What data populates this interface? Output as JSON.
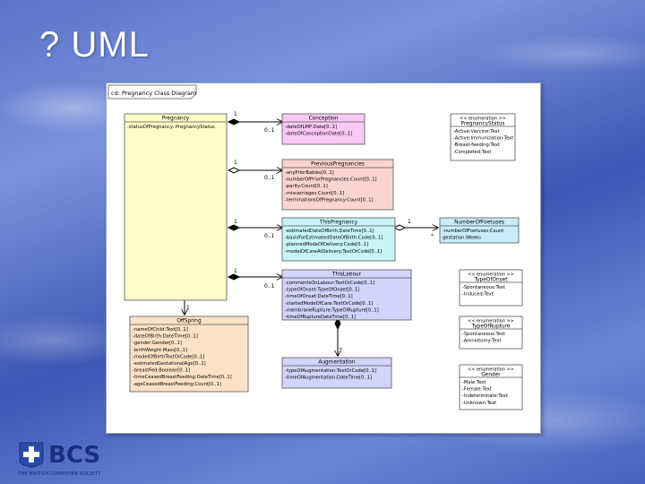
{
  "slide": {
    "title": "? UML"
  },
  "diagram": {
    "frame_label": "cd: Pregnancy Class Diagram",
    "pregnancy": {
      "name": "Pregnancy",
      "attrs": [
        "-statusOfPregnancy: PregnancyStatus"
      ]
    },
    "conception": {
      "name": "Conception",
      "attrs": [
        "-dateOfLMP:Date[0..1]",
        "-dateOfConceptionDate[0..1]"
      ]
    },
    "previous": {
      "name": "PreviousPregnancies",
      "attrs": [
        "-anyPriorBabies[0..1]",
        "-numberOfPriorPregnancies:Count[0..1]",
        "-parity:Count[0..1]",
        "-miscarriages:Count[0..1]",
        "-terminationsOfPregnancy:Count[0..1]"
      ]
    },
    "this_pregnancy": {
      "name": "ThisPregnancy",
      "attrs": [
        "-estimatedDateOfBirth:DateTime[0..1]",
        "-basisForEstimatedDateOfBirth:Code[0..1]",
        "-plannedModeOfDelivery:Code[0..1]",
        "-modelOfCareAtDelivery:TextOrCode[0..1]"
      ]
    },
    "fetuses": {
      "name": "NumberOfFoetuses",
      "attrs": [
        "-numberOfFoetuses:Count",
        "gestation:Weeks"
      ]
    },
    "labour": {
      "name": "ThisLabour",
      "attrs": [
        "-commentsOnLabour:TextOrCode[0..1]",
        "-typeOfOnset:TypeOfOnset[0..1]",
        "-timeOfOnset:DateTime[0..1]",
        "-startedModeOfCare:TextOrCode[0..1]",
        "-membraneRupture:TypeOfRupture[0..1]",
        "-timeOfRuptureDateTime[0..1]"
      ]
    },
    "augmentation": {
      "name": "Augmentation",
      "attrs": [
        "-typeOfAugmentation:TextOrCode[0..1]",
        "-timeOfAugmentation:DateTime[0..1]"
      ]
    },
    "offspring": {
      "name": "OffSpring",
      "attrs": [
        "-nameOfChild:Text[0..1]",
        "-dateOfBirth:DateTime[0..1]",
        "-gender:Gender[0..1]",
        "-birthWeight:Mass[0..1]",
        "-modelOfBirthTextOrCode[0..1]",
        "-estimatedGestationalAge[0..1]",
        "-breastFed:Boolean[0..1]",
        "-timeCeasedBreastFeeding:DateTime[0..1]",
        "-ageCeasedBreastFeeding:Count[0..1]"
      ]
    },
    "enum_status": {
      "stereo": "<< enumeration >>",
      "name": "PregnancyStatus",
      "attrs": [
        "-Active:Vaccine:Text",
        "-Active:Immunization:Text",
        "-Breast-feeding:Text",
        "-Completed:Text"
      ]
    },
    "enum_onset": {
      "stereo": "<< enumeration >>",
      "name": "TypeOfOnset",
      "attrs": [
        "-Spontaneous:Text",
        "-Induced:Text"
      ]
    },
    "enum_rupture": {
      "stereo": "<< enumeration >>",
      "name": "TypeOfRupture",
      "attrs": [
        "-Spontaneous:Text",
        "-Amniotomy:Text"
      ]
    },
    "enum_gender": {
      "stereo": "<< enumeration >>",
      "name": "Gender",
      "attrs": [
        "-Male:Text",
        "-Female:Text",
        "-Indeterminate:Text",
        "-Unknown:Text"
      ]
    },
    "mult": {
      "one": "1",
      "zero_one": "0..1",
      "star": "*"
    },
    "colors": {
      "pregnancy": "#fefdc8",
      "conception": "#f9c8f5",
      "previous": "#fbd4d0",
      "this_pregnancy": "#c8f4f8",
      "fetuses": "#c9ecfb",
      "labour": "#d2d4fb",
      "augmentation": "#d2d4fb",
      "offspring": "#fde2c6",
      "enum": "#ffffff"
    }
  },
  "logo": {
    "text": "BCS",
    "tagline": "THE BRITISH COMPUTER SOCIETY"
  }
}
